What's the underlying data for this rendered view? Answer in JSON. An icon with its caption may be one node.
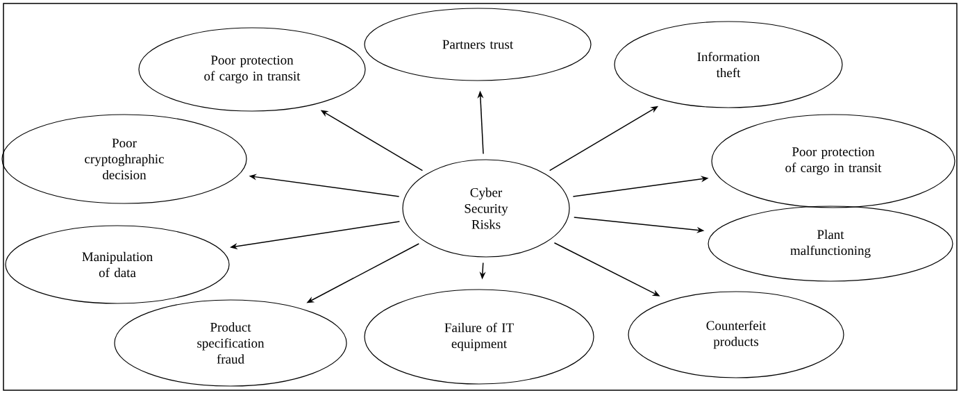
{
  "diagram": {
    "nodes": [
      {
        "text": [
          "Cyber Security Risks"
        ]
      },
      {
        "text": [
          "Partners trust"
        ]
      },
      {
        "text": [
          "Information theft"
        ]
      },
      {
        "text": [
          "Poor protection of cargo in transit"
        ]
      },
      {
        "text": [
          "Plant malfunctioning"
        ]
      },
      {
        "text": [
          "Counterfeit products"
        ]
      },
      {
        "text": [
          "Failure of IT equipment"
        ]
      },
      {
        "text": [
          "Product specification fraud"
        ]
      },
      {
        "text": [
          "Manipulation of data"
        ]
      },
      {
        "text": [
          "Poor cryptoghraphic decision"
        ]
      },
      {
        "text": [
          "Poor protection of cargo in transit"
        ]
      }
    ],
    "edges": [
      {
        "from": 0,
        "to": 1,
        "arrow": "to"
      },
      {
        "from": 0,
        "to": 2,
        "arrow": "to"
      },
      {
        "from": 0,
        "to": 3,
        "arrow": "to"
      },
      {
        "from": 0,
        "to": 4,
        "arrow": "to"
      },
      {
        "from": 0,
        "to": 5,
        "arrow": "to"
      },
      {
        "from": 0,
        "to": 6,
        "arrow": "to"
      },
      {
        "from": 0,
        "to": 7,
        "arrow": "to"
      },
      {
        "from": 0,
        "to": 8,
        "arrow": "to"
      },
      {
        "from": 0,
        "to": 9,
        "arrow": "to"
      },
      {
        "from": 0,
        "to": 10,
        "arrow": "to"
      }
    ]
  }
}
